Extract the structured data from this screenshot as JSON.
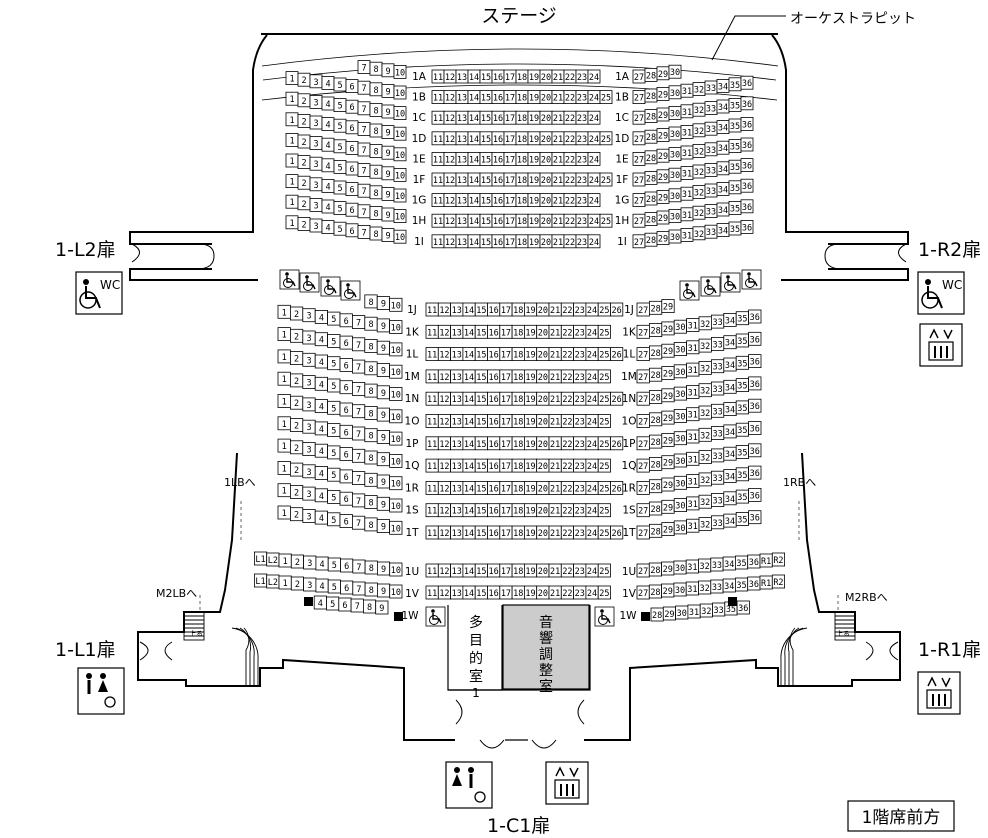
{
  "title": "1階席前方",
  "stage_label": "ステージ",
  "orchestra_pit_label": "オーケストラピット",
  "doors": {
    "l2": "1-L2扉",
    "r2": "1-R2扉",
    "l1": "1-L1扉",
    "r1": "1-R1扉",
    "c1": "1-C1扉"
  },
  "stair_signs": {
    "lb": "1LBへ",
    "rb": "1RBへ",
    "m2lb": "M2LBへ",
    "m2rb": "M2RBへ",
    "up": "上る"
  },
  "wc_label": "WC",
  "rooms": {
    "multi": [
      "多",
      "目",
      "的",
      "室",
      "1"
    ],
    "sound": [
      "音",
      "響",
      "調",
      "整",
      "室"
    ]
  },
  "front_rows": [
    {
      "row": "1A",
      "left": [
        7,
        10
      ],
      "center": [
        11,
        24
      ],
      "right": [
        27,
        30
      ]
    },
    {
      "row": "1B",
      "left": [
        1,
        10
      ],
      "center": [
        11,
        25
      ],
      "right": [
        27,
        36
      ]
    },
    {
      "row": "1C",
      "left": [
        1,
        10
      ],
      "center": [
        11,
        24
      ],
      "right": [
        27,
        36
      ]
    },
    {
      "row": "1D",
      "left": [
        1,
        10
      ],
      "center": [
        11,
        25
      ],
      "right": [
        27,
        36
      ]
    },
    {
      "row": "1E",
      "left": [
        1,
        10
      ],
      "center": [
        11,
        24
      ],
      "right": [
        27,
        36
      ]
    },
    {
      "row": "1F",
      "left": [
        1,
        10
      ],
      "center": [
        11,
        25
      ],
      "right": [
        27,
        36
      ]
    },
    {
      "row": "1G",
      "left": [
        1,
        10
      ],
      "center": [
        11,
        24
      ],
      "right": [
        27,
        36
      ]
    },
    {
      "row": "1H",
      "left": [
        1,
        10
      ],
      "center": [
        11,
        25
      ],
      "right": [
        27,
        36
      ]
    },
    {
      "row": "1I",
      "left": [
        1,
        10
      ],
      "center": [
        11,
        24
      ],
      "right": [
        27,
        36
      ]
    }
  ],
  "rear_rows": [
    {
      "row": "1J",
      "left": [
        8,
        10
      ],
      "center": [
        11,
        26
      ],
      "right": [
        27,
        29
      ]
    },
    {
      "row": "1K",
      "left": [
        1,
        10
      ],
      "center": [
        11,
        25
      ],
      "right": [
        27,
        36
      ]
    },
    {
      "row": "1L",
      "left": [
        1,
        10
      ],
      "center": [
        11,
        26
      ],
      "right": [
        27,
        36
      ]
    },
    {
      "row": "1M",
      "left": [
        1,
        10
      ],
      "center": [
        11,
        25
      ],
      "right": [
        27,
        36
      ]
    },
    {
      "row": "1N",
      "left": [
        1,
        10
      ],
      "center": [
        11,
        26
      ],
      "right": [
        27,
        36
      ]
    },
    {
      "row": "1O",
      "left": [
        1,
        10
      ],
      "center": [
        11,
        25
      ],
      "right": [
        27,
        36
      ]
    },
    {
      "row": "1P",
      "left": [
        1,
        10
      ],
      "center": [
        11,
        26
      ],
      "right": [
        27,
        36
      ]
    },
    {
      "row": "1Q",
      "left": [
        1,
        10
      ],
      "center": [
        11,
        25
      ],
      "right": [
        27,
        36
      ]
    },
    {
      "row": "1R",
      "left": [
        1,
        10
      ],
      "center": [
        11,
        26
      ],
      "right": [
        27,
        36
      ]
    },
    {
      "row": "1S",
      "left": [
        1,
        10
      ],
      "center": [
        11,
        25
      ],
      "right": [
        27,
        36
      ]
    },
    {
      "row": "1T",
      "left": [
        1,
        10
      ],
      "center": [
        11,
        26
      ],
      "right": [
        27,
        36
      ]
    }
  ],
  "back_rows": [
    {
      "row": "1U",
      "left": [
        "L1",
        "L2",
        1,
        2,
        3,
        4,
        5,
        6,
        7,
        8,
        9,
        10
      ],
      "center": [
        11,
        25
      ],
      "right": [
        27,
        28,
        29,
        30,
        31,
        32,
        33,
        34,
        35,
        36,
        "R1",
        "R2"
      ]
    },
    {
      "row": "1V",
      "left": [
        "L1",
        "L2",
        1,
        2,
        3,
        4,
        5,
        6,
        7,
        8,
        9,
        10
      ],
      "center": [
        11,
        25
      ],
      "right": [
        27,
        28,
        29,
        30,
        31,
        32,
        33,
        34,
        35,
        36,
        "R1",
        "R2"
      ]
    },
    {
      "row": "1W",
      "left": [
        4,
        5,
        6,
        7,
        8,
        9
      ],
      "center": [],
      "right": [
        28,
        29,
        30,
        31,
        32,
        33,
        35,
        36
      ]
    }
  ],
  "colors": {
    "line": "#000000",
    "sound_room": "#cccccc",
    "wheelchair_seat": "#000000"
  }
}
